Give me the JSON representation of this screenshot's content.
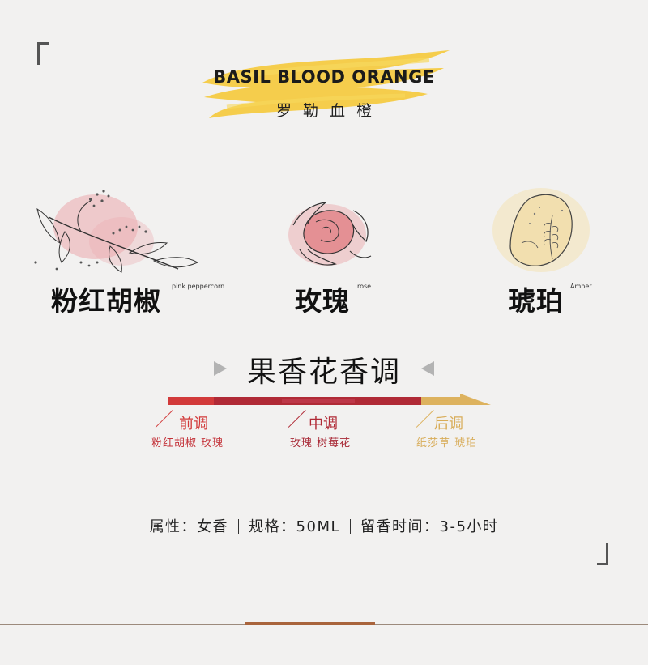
{
  "title": {
    "en": "BASIL BLOOD ORANGE",
    "cn": "罗勒血橙"
  },
  "notes": [
    {
      "name": "粉红胡椒",
      "sub": "pink peppercorn"
    },
    {
      "name": "玫瑰",
      "sub": "rose"
    },
    {
      "name": "琥珀",
      "sub": "Amber"
    }
  ],
  "accord": {
    "title": "果香花香调"
  },
  "stages": [
    {
      "label": "前调",
      "items": "粉红胡椒  玫瑰",
      "color": "#d23a3a"
    },
    {
      "label": "中调",
      "items": "玫瑰  树莓花",
      "color": "#b02a36"
    },
    {
      "label": "后调",
      "items": "纸莎草  琥珀",
      "color": "#ddb25e"
    }
  ],
  "attributes": [
    {
      "label": "属性：女香"
    },
    {
      "label": "规格：50ML"
    },
    {
      "label": "留香时间：3-5小时"
    }
  ],
  "colors": {
    "brush_yellow": "#f5c93a",
    "progress_red": "#d23a3a",
    "progress_crimson": "#b02a36",
    "progress_gold": "#ddb25e",
    "accent_brown": "#a9643c"
  },
  "icons": [
    "pepper-branch-illustration",
    "rose-illustration",
    "amber-stone-illustration"
  ]
}
